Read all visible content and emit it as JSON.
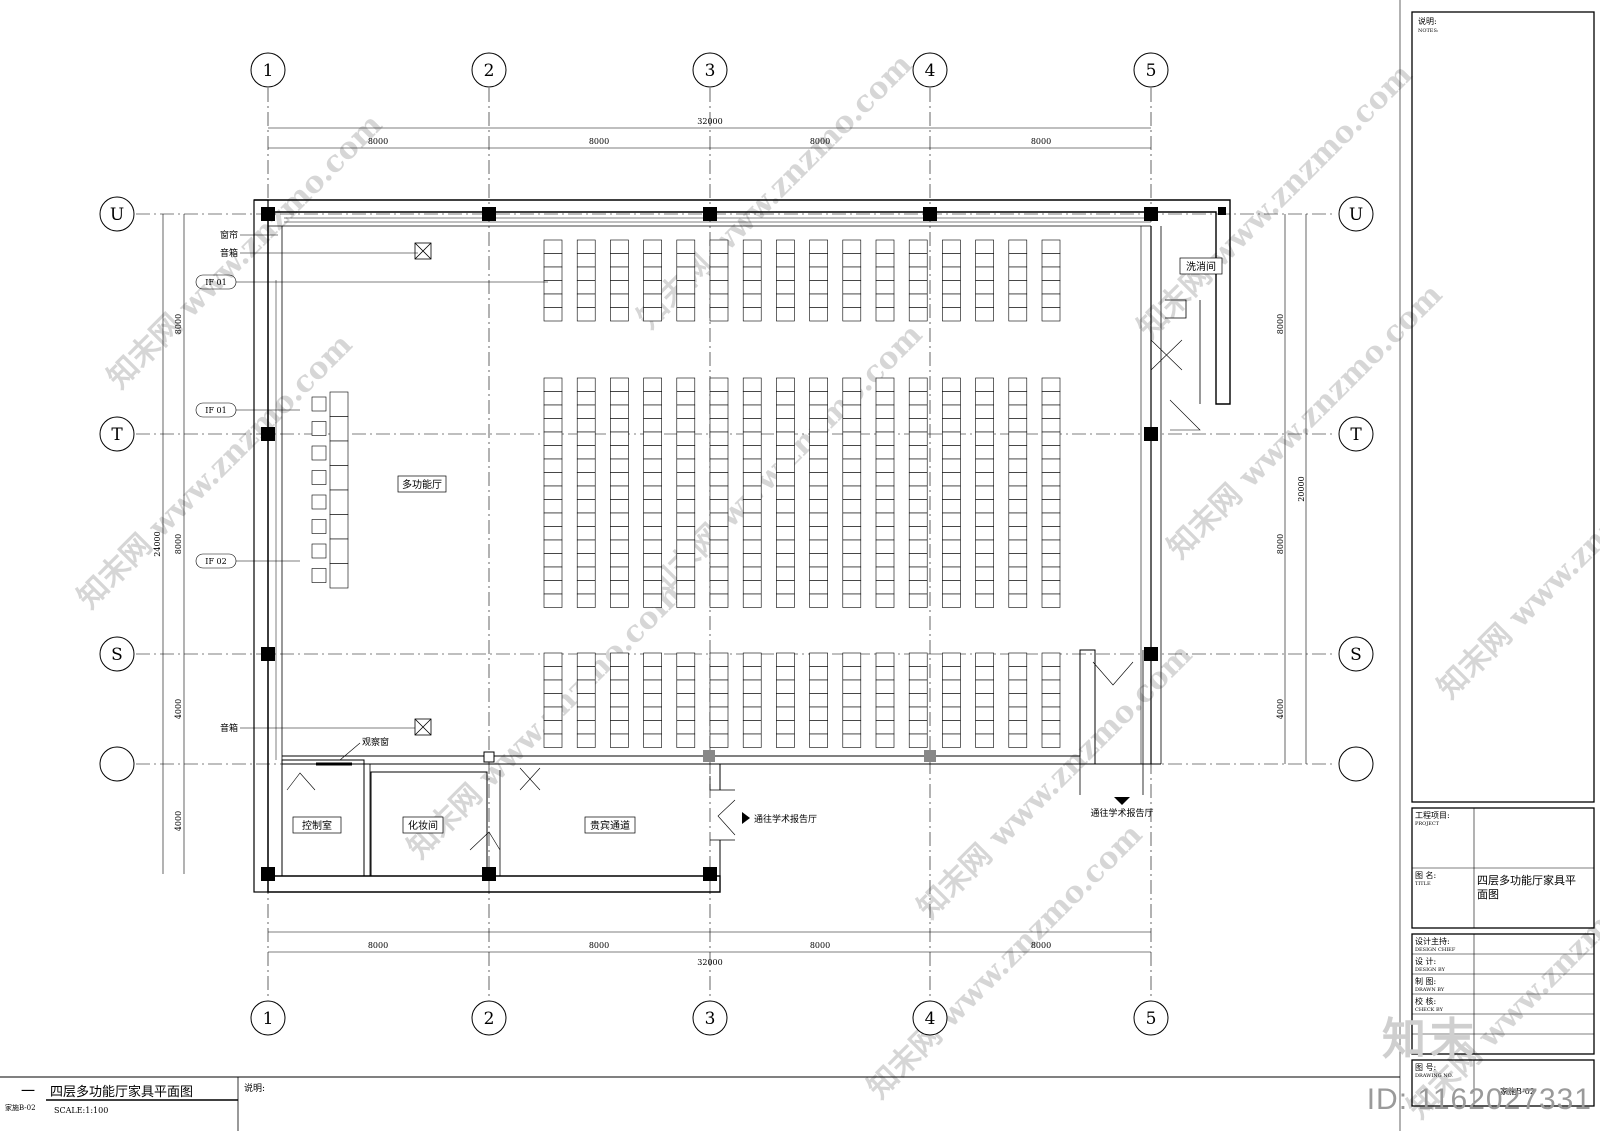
{
  "plan": {
    "grid_columns": [
      "1",
      "2",
      "3",
      "4",
      "5"
    ],
    "grid_rows": [
      "U",
      "T",
      "S"
    ],
    "top_total": "32000",
    "top_spans": [
      "8000",
      "8000",
      "8000",
      "8000"
    ],
    "bottom_spans": [
      "8000",
      "8000",
      "8000",
      "8000"
    ],
    "bottom_total": "32000",
    "left_spans": [
      "8000",
      "8000",
      "4000",
      "4000"
    ],
    "left_total": "24000",
    "right_spans": [
      "8000",
      "8000",
      "4000"
    ],
    "right_total": "20000",
    "rooms": {
      "hall": "多功能厅",
      "washroom": "洗消间",
      "control": "控制室",
      "makeup": "化妆间",
      "vip": "贵宾通道"
    },
    "labels": {
      "curtain": "窗帘",
      "speaker": "音箱",
      "speaker_bottom": "音箱",
      "observation": "观察窗",
      "tag_a": "IF 01",
      "tag_b": "IF 01",
      "tag_c": "IF 02",
      "to_hall_1": "通往学术报告厅",
      "to_hall_2": "通往学术报告厅"
    }
  },
  "footer": {
    "title": "四层多功能厅家具平面图",
    "index": "一",
    "sheet_ref": "家施B-02",
    "scale": "SCALE:1:100",
    "notes_label": "说明:"
  },
  "title_block": {
    "notes_cn": "说明:",
    "notes_en": "NOTES:",
    "project_cn": "工程项目:",
    "project_en": "PROJECT",
    "title_cn": "图    名:",
    "title_en": "TITLE",
    "title_value_line1": "四层多功能厅家具平",
    "title_value_line2": "面图",
    "chief_cn": "设计主持:",
    "chief_en": "DESIGN CHIEF",
    "design_cn": "设    计:",
    "design_en": "DESIGN BY",
    "drawn_cn": "制    图:",
    "drawn_en": "DRAWN  BY",
    "check_cn": "校    核:",
    "check_en": "CHECK BY",
    "drawing_no_cn": "图    号:",
    "drawing_no_en": "DRAWING NO.",
    "drawing_no_value": "家施B-02"
  },
  "watermarks": {
    "site": "www.znzmo.com",
    "brand": "知末网",
    "logo": "知末",
    "id": "ID: 1162027331"
  }
}
